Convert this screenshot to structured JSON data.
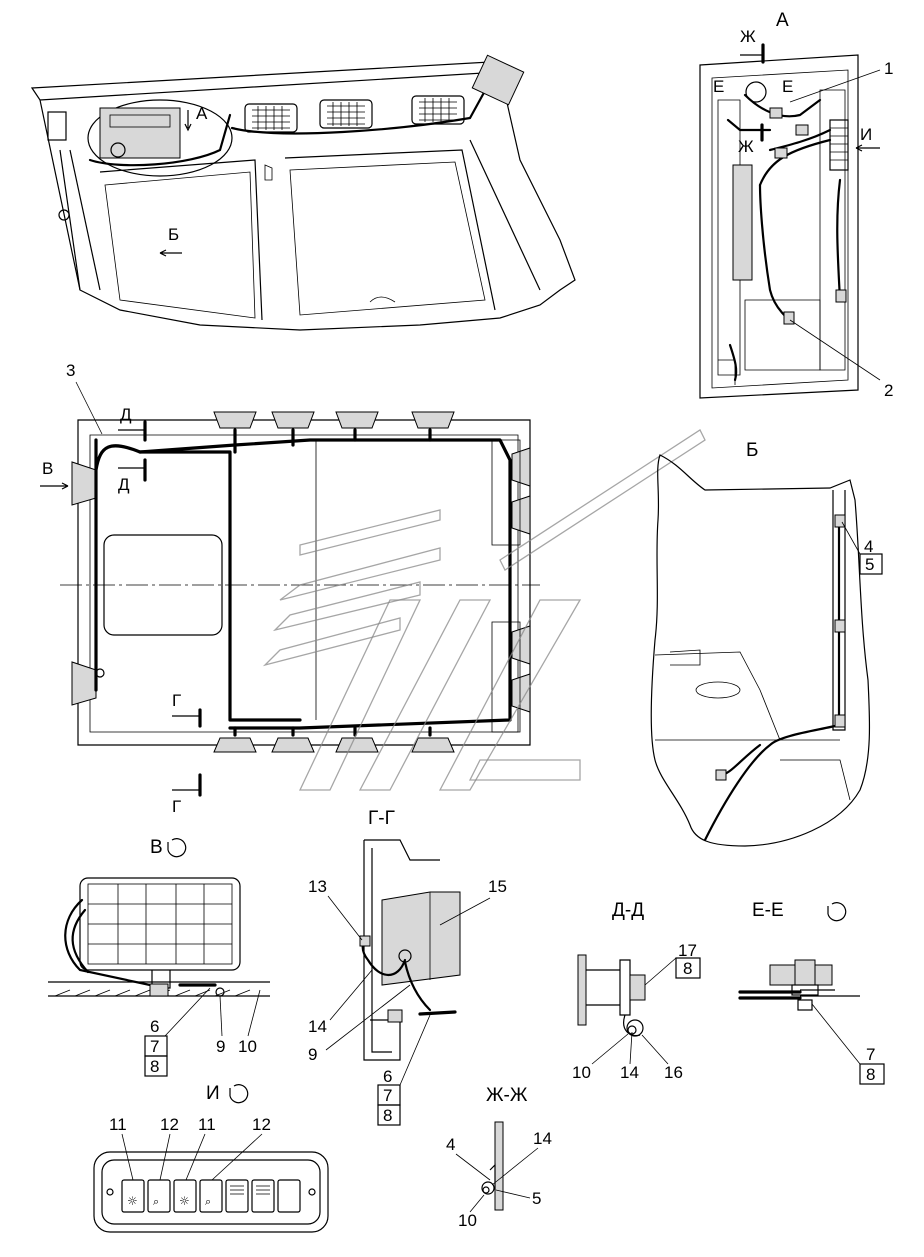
{
  "views": {
    "a": "А",
    "b": "Б",
    "v": "В",
    "g_section": "Г-Г",
    "d_section": "Д-Д",
    "e_section": "Е-Е",
    "i_view": "И",
    "zh_section": "Ж-Ж"
  },
  "markers": {
    "a": "А",
    "b": "Б",
    "v": "В",
    "g": "Г",
    "d": "Д",
    "e": "Е",
    "zh": "Ж",
    "i": "И"
  },
  "numbers": {
    "n1": "1",
    "n2": "2",
    "n3": "3",
    "n4": "4",
    "n5": "5",
    "n6": "6",
    "n7": "7",
    "n8": "8",
    "n9": "9",
    "n10": "10",
    "n11": "11",
    "n12": "12",
    "n13": "13",
    "n14": "14",
    "n15": "15",
    "n16": "16",
    "n17": "17"
  }
}
